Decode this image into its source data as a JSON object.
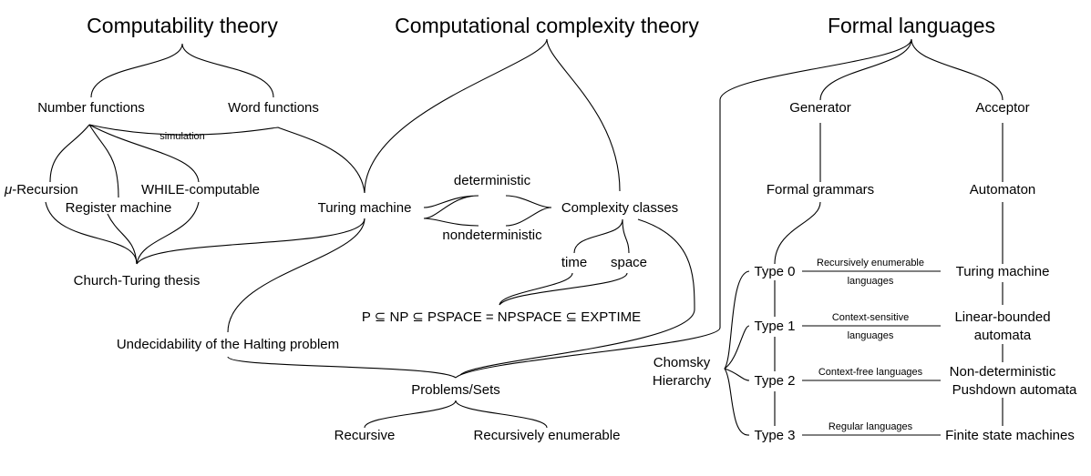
{
  "titles": {
    "computability": "Computability theory",
    "complexity": "Computational complexity theory",
    "formal": "Formal languages"
  },
  "computability": {
    "number_functions": "Number functions",
    "word_functions": "Word functions",
    "simulation": "simulation",
    "mu_symbol": "μ",
    "mu_recursion": "-Recursion",
    "while_computable": "WHILE-computable",
    "register_machine": "Register machine",
    "church_turing": "Church-Turing thesis",
    "turing_machine": "Turing machine",
    "undecidability": "Undecidability of the Halting problem"
  },
  "complexity": {
    "deterministic": "deterministic",
    "nondeterministic": "nondeterministic",
    "complexity_classes": "Complexity classes",
    "time": "time",
    "space": "space",
    "relation": "P ⊆ NP ⊆ PSPACE = NPSPACE ⊆ EXPTIME"
  },
  "problems": {
    "problems_sets": "Problems/Sets",
    "recursive": "Recursive",
    "recursively_enumerable": "Recursively enumerable"
  },
  "formal": {
    "generator": "Generator",
    "acceptor": "Acceptor",
    "formal_grammars": "Formal grammars",
    "automaton": "Automaton",
    "chomsky_line1": "Chomsky",
    "chomsky_line2": "Hierarchy",
    "types": [
      {
        "type": "Type 0",
        "lang_line1": "Recursively enumerable",
        "lang_line2": "languages",
        "machine_line1": "Turing machine",
        "machine_line2": ""
      },
      {
        "type": "Type 1",
        "lang_line1": "Context-sensitive",
        "lang_line2": "languages",
        "machine_line1": "Linear-bounded",
        "machine_line2": "automata"
      },
      {
        "type": "Type 2",
        "lang_line1": "Context-free languages",
        "lang_line2": "",
        "machine_line1": "Non-deterministic",
        "machine_line2": "Pushdown automata"
      },
      {
        "type": "Type 3",
        "lang_line1": "Regular languages",
        "lang_line2": "",
        "machine_line1": "Finite state machines",
        "machine_line2": ""
      }
    ]
  }
}
